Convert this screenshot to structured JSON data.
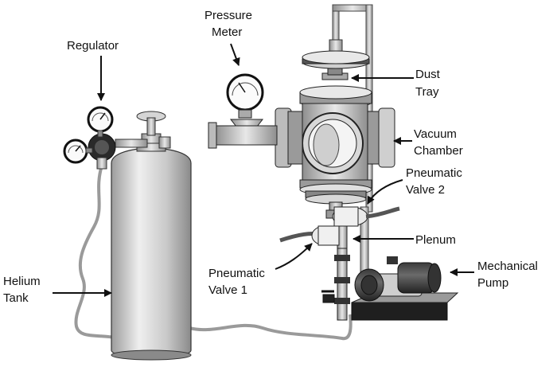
{
  "labels": {
    "regulator": "Regulator",
    "pressure_meter_line1": "Pressure",
    "pressure_meter_line2": "Meter",
    "dust_tray_line1": "Dust",
    "dust_tray_line2": "Tray",
    "vacuum_chamber_line1": "Vacuum",
    "vacuum_chamber_line2": "Chamber",
    "pneumatic_valve2_line1": "Pneumatic",
    "pneumatic_valve2_line2": "Valve 2",
    "plenum": "Plenum",
    "pneumatic_valve1_line1": "Pneumatic",
    "pneumatic_valve1_line2": "Valve 1",
    "mechanical_pump_line1": "Mechanical",
    "mechanical_pump_line2": "Pump",
    "helium_tank_line1": "Helium",
    "helium_tank_line2": "Tank"
  },
  "colors": {
    "ink": "#111111",
    "metal_light": "#e6e6e6",
    "metal_mid": "#bdbdbd",
    "metal_dark": "#7a7a7a",
    "hose": "#9a9a9a"
  }
}
